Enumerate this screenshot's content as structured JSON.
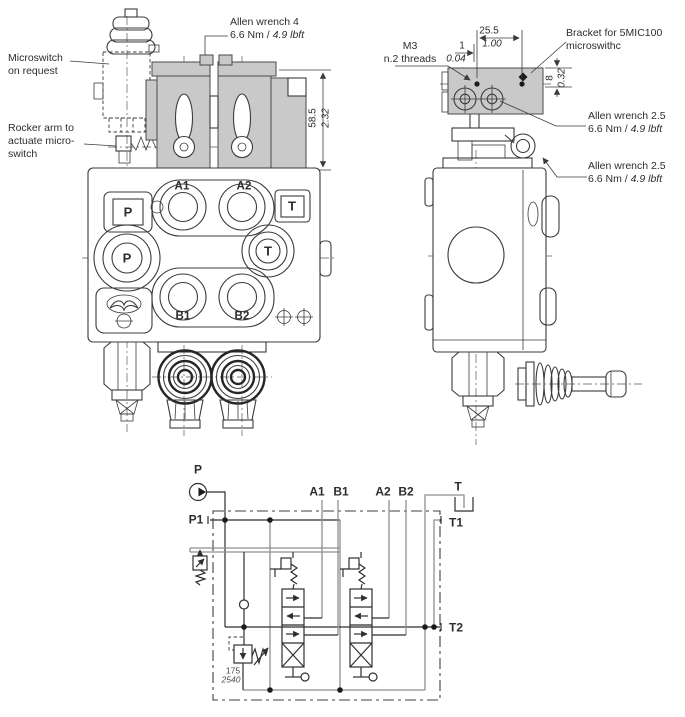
{
  "drawing": {
    "front_view": {
      "microswitch_note": {
        "line1": "Microswitch",
        "line2": "on request"
      },
      "allen_wrench_note": {
        "line1": "Allen wrench 4",
        "torque": "6.6 Nm / ",
        "torque_alt": "4.9 lbft"
      },
      "rocker_note": {
        "line1": "Rocker arm to",
        "line2": "actuate micro-",
        "line3": "switch"
      },
      "height_dim": {
        "mm": "58.5",
        "inch": "2.32"
      },
      "ports": {
        "p_box": "P",
        "t_box": "T",
        "a1": "A1",
        "a2": "A2",
        "b1": "B1",
        "b2": "B2",
        "p_face": "P",
        "t_face": "T"
      }
    },
    "side_view": {
      "m3_note": {
        "line1": "M3",
        "line2": "n.2 threads"
      },
      "bracket_note": {
        "line1": "Bracket for 5MIC100",
        "line2": "microswithc"
      },
      "allen_wrench_top": {
        "line1": "Allen wrench 2.5",
        "torque": "6.6 Nm / ",
        "torque_alt": "4.9 lbft"
      },
      "allen_wrench_bottom": {
        "line1": "Allen wrench 2.5",
        "torque": "6.6 Nm / ",
        "torque_alt": "4.9 lbft"
      },
      "width_dim": {
        "mm": "25.5",
        "inch": "1.00"
      },
      "offset_dim": {
        "mm": "1",
        "inch": "0.04"
      },
      "plate_dim": {
        "mm": "8",
        "inch": "0.32"
      }
    },
    "schematic": {
      "pump_label": "P",
      "p1_label": "P1",
      "a1_label": "A1",
      "b1_label": "B1",
      "a2_label": "A2",
      "b2_label": "B2",
      "t_label": "T",
      "t1_label": "T1",
      "t2_label": "T2",
      "relief_setting": {
        "bar": "175",
        "psi": "2540"
      }
    }
  }
}
